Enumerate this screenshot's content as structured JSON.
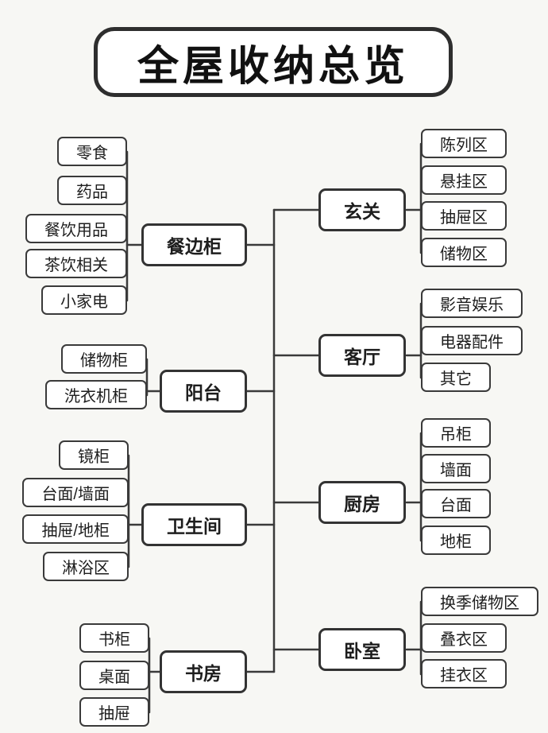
{
  "title": "全屋收纳总览",
  "colors": {
    "background": "#f7f7f4",
    "line": "#3a3a3a",
    "node_border": "#333333",
    "node_fill": "#ffffff",
    "text": "#1d1d1d"
  },
  "branches": [
    {
      "label": "餐边柜",
      "side": "left",
      "children": [
        "零食",
        "药品",
        "餐饮用品",
        "茶饮相关",
        "小家电"
      ]
    },
    {
      "label": "阳台",
      "side": "left",
      "children": [
        "储物柜",
        "洗衣机柜"
      ]
    },
    {
      "label": "卫生间",
      "side": "left",
      "children": [
        "镜柜",
        "台面/墙面",
        "抽屉/地柜",
        "淋浴区"
      ]
    },
    {
      "label": "书房",
      "side": "left",
      "children": [
        "书柜",
        "桌面",
        "抽屉"
      ]
    },
    {
      "label": "玄关",
      "side": "right",
      "children": [
        "陈列区",
        "悬挂区",
        "抽屉区",
        "储物区"
      ]
    },
    {
      "label": "客厅",
      "side": "right",
      "children": [
        "影音娱乐",
        "电器配件",
        "其它"
      ]
    },
    {
      "label": "厨房",
      "side": "right",
      "children": [
        "吊柜",
        "墙面",
        "台面",
        "地柜"
      ]
    },
    {
      "label": "卧室",
      "side": "right",
      "children": [
        "换季储物区",
        "叠衣区",
        "挂衣区"
      ]
    }
  ]
}
